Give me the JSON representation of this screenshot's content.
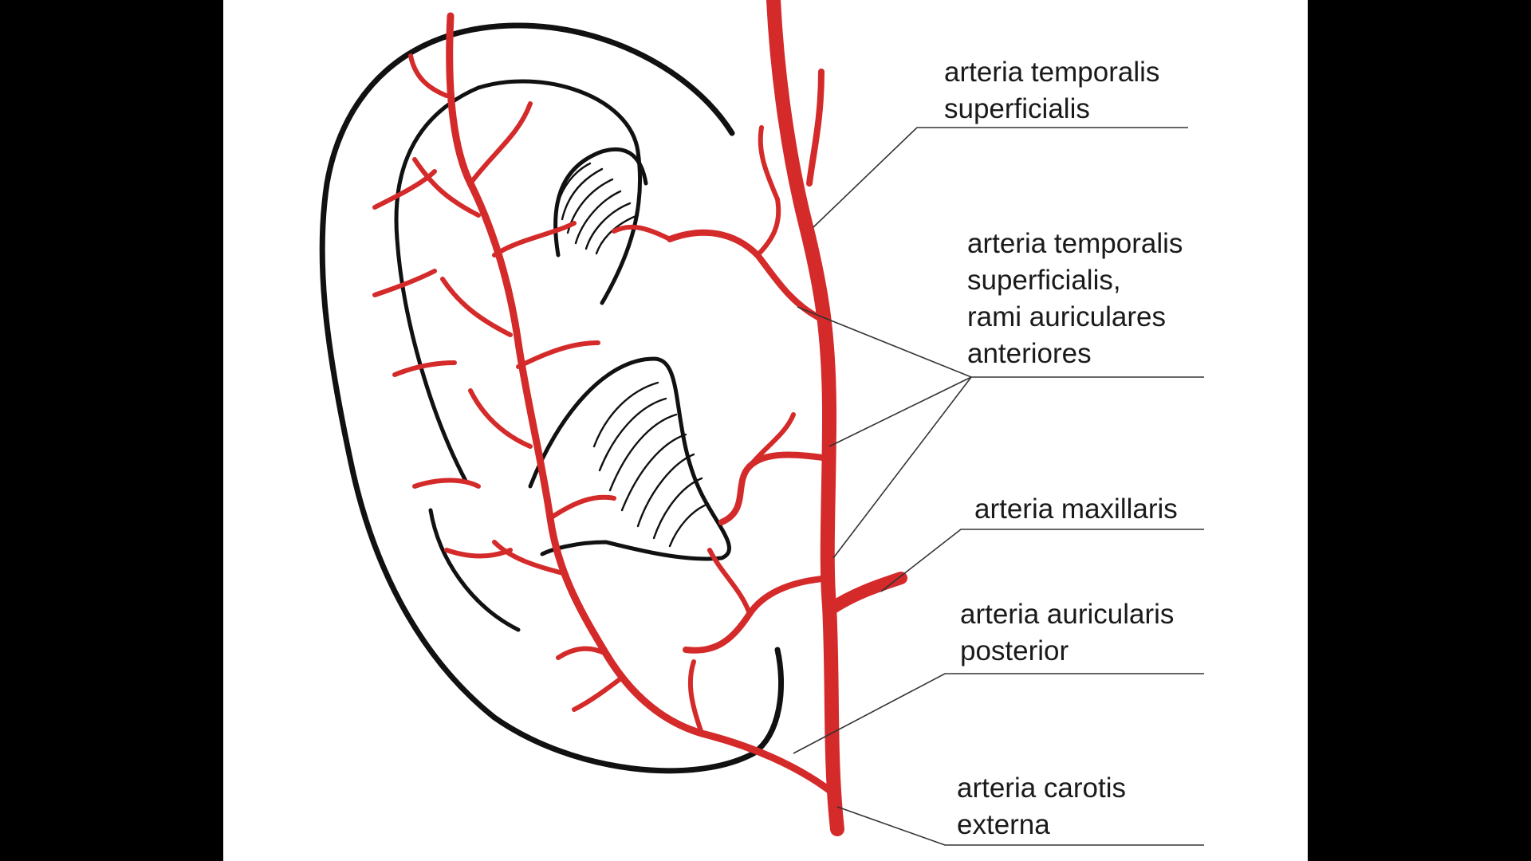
{
  "colors": {
    "background": "#000000",
    "panel": "#ffffff",
    "artery": "#d42a2a",
    "outline": "#111111",
    "leader": "#333333"
  },
  "labels": [
    {
      "id": "sts",
      "text": "arteria temporalis\nsuperficialis"
    },
    {
      "id": "rami",
      "text": "arteria temporalis\nsuperficialis,\nrami auriculares\nanteriores"
    },
    {
      "id": "max",
      "text": "arteria maxillaris"
    },
    {
      "id": "aur",
      "text": "arteria auricularis\nposterior"
    },
    {
      "id": "car",
      "text": "arteria carotis\nexterna"
    }
  ]
}
